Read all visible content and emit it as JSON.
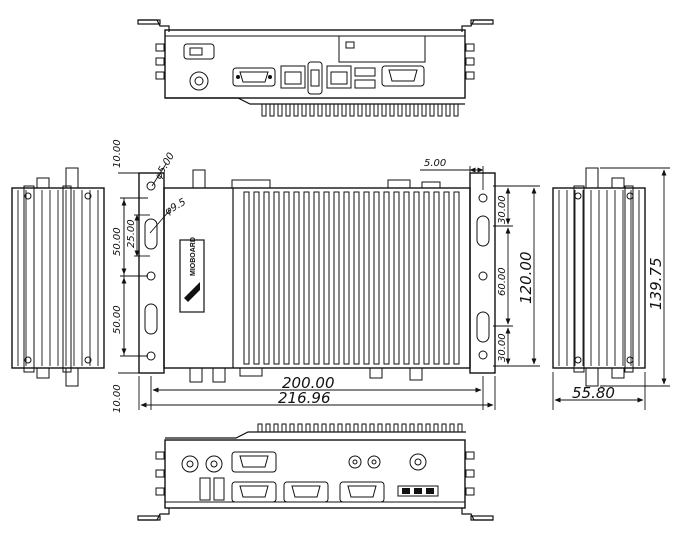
{
  "brand_mark": "MIOBOARD",
  "front_view": {
    "dimensions": {
      "height": "139.75",
      "depth": "55.80"
    }
  },
  "top_view": {
    "dimensions": {
      "edge_offset_top": "10.00",
      "edge_offset_bottom": "10.00",
      "hole_diameter": "φ5.00",
      "slot_diameter": "φ9.5",
      "slot_width": "25.00",
      "spacing_left_upper": "50.00",
      "spacing_left_lower": "50.00",
      "right_offset": "5.00",
      "spacing_right_top": "30.00",
      "spacing_right_middle": "60.00",
      "spacing_right_bottom": "30.00",
      "width_inner": "120.00",
      "length_mount": "200.00",
      "length_overall": "216.96"
    }
  }
}
